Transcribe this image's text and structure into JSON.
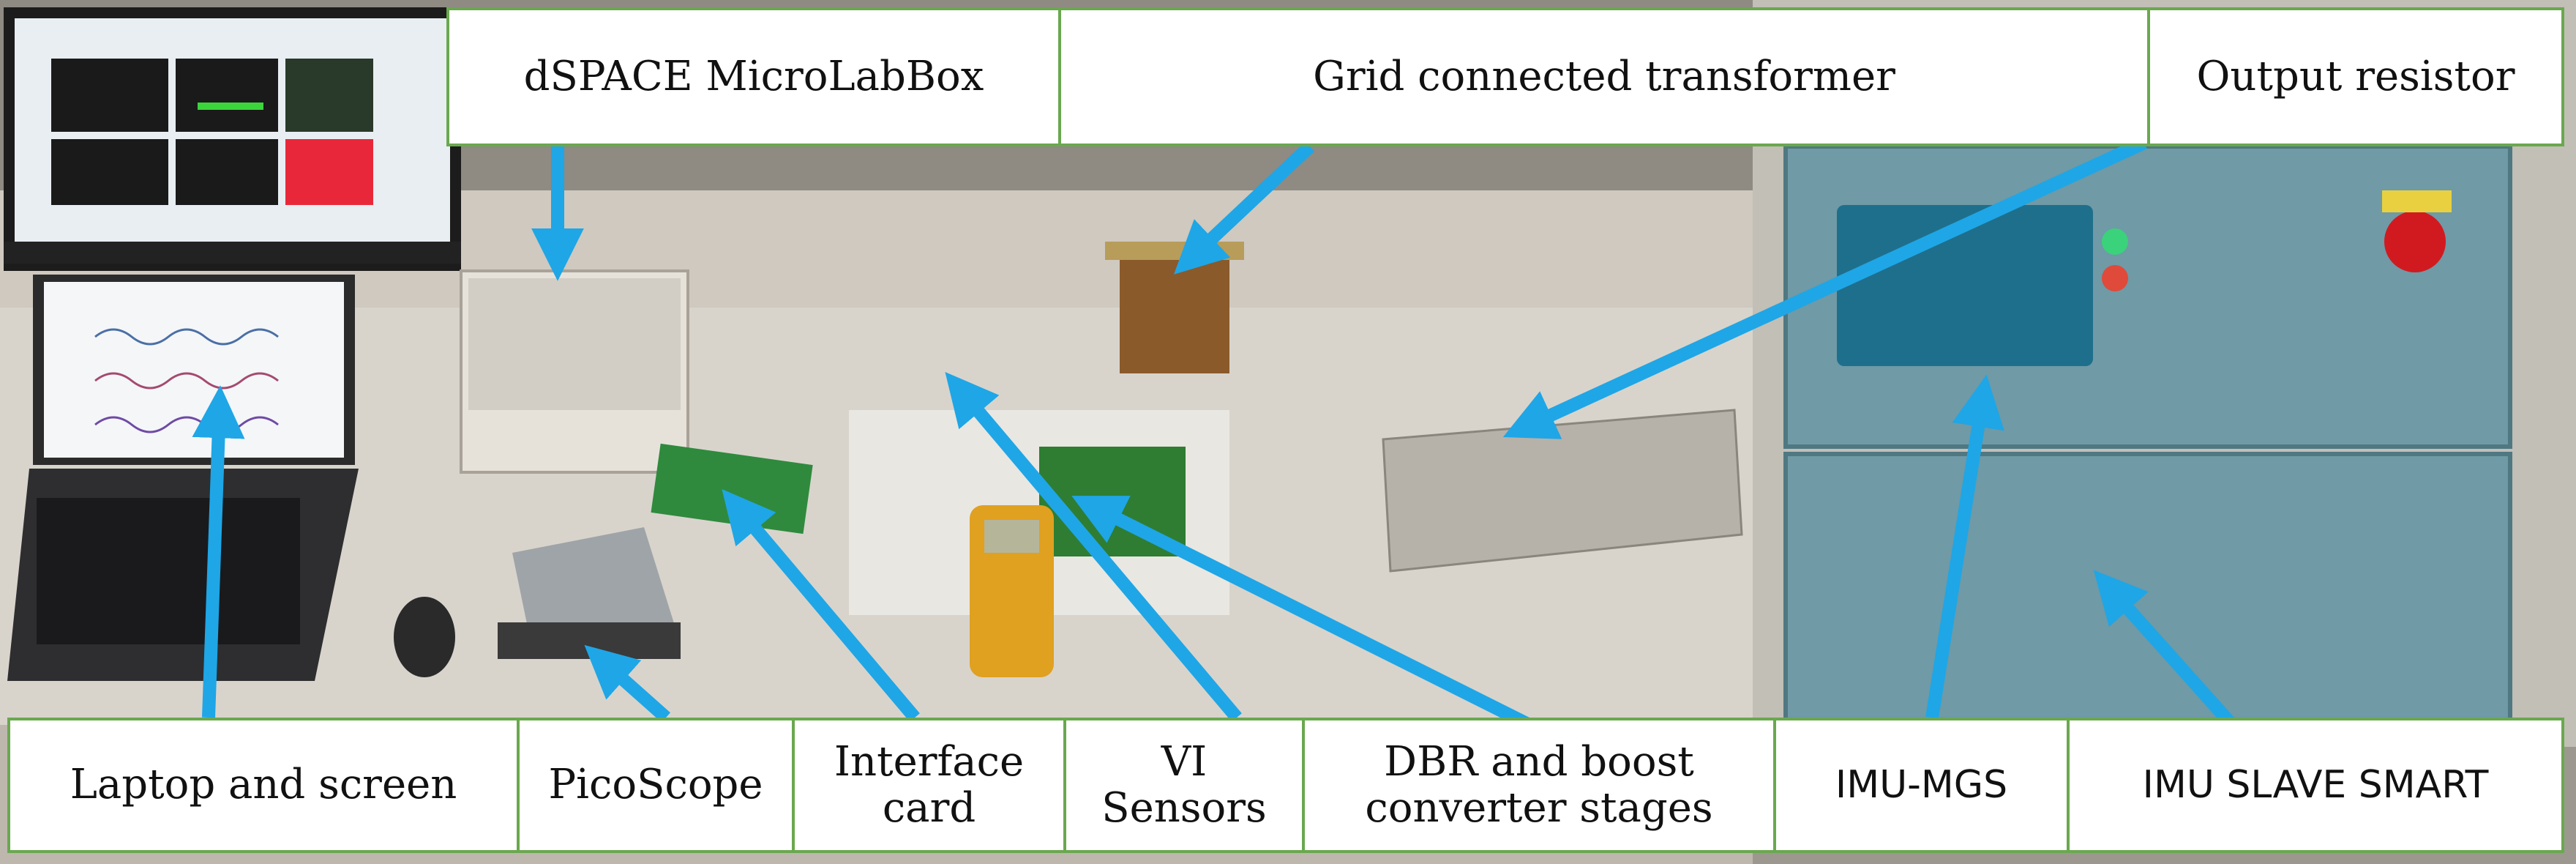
{
  "labels": {
    "dspace": "dSPACE MicroLabBox",
    "grid": "Grid connected transformer",
    "output_resistor": "Output resistor",
    "laptop": "Laptop and screen",
    "picoscope": "PicoScope",
    "interface": "Interface\ncard",
    "vi": "VI\nSensors",
    "dbr": "DBR and boost\nconverter stages",
    "imu_mgs": "IMU-MGS",
    "imu_slave": "IMU SLAVE SMART"
  },
  "colors": {
    "border": "#6aa84f",
    "arrow": "#1fa6e6"
  }
}
